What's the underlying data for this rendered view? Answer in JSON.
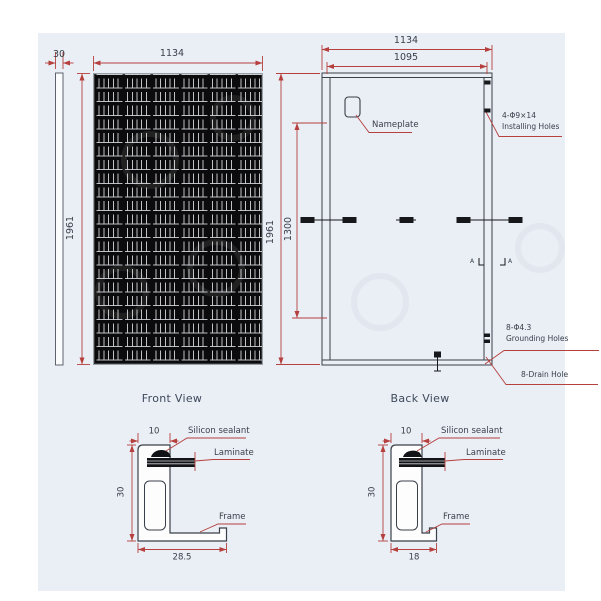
{
  "colors": {
    "background": "#eaeef5",
    "dimension_red": "#b5403e",
    "line_dark": "#3a4049",
    "text": "#39404c",
    "panel_black": "#0b0b0d"
  },
  "front_view": {
    "label": "Front View",
    "thickness_mm": "30",
    "width_mm": "1134",
    "height_mm": "1961"
  },
  "back_view": {
    "label": "Back View",
    "width_mm": "1134",
    "inner_width_mm": "1095",
    "height_mm": "1961",
    "mount_span_mm": "1300",
    "nameplate_label": "Nameplate",
    "installing_holes_line1": "4-Φ9×14",
    "installing_holes_line2": "Installing Holes",
    "grounding_holes_line1": "8-Φ4.3",
    "grounding_holes_line2": "Grounding Holes",
    "drain_hole_label": "8-Drain Hole",
    "section_mark_left": "A",
    "section_mark_right": "A"
  },
  "frame_section_front": {
    "top_width_mm": "10",
    "height_mm": "30",
    "bottom_width_mm": "28.5",
    "sealant_label": "Silicon sealant",
    "laminate_label": "Laminate",
    "frame_label": "Frame"
  },
  "frame_section_back": {
    "top_width_mm": "10",
    "height_mm": "30",
    "bottom_width_mm": "18",
    "sealant_label": "Silicon sealant",
    "laminate_label": "Laminate",
    "frame_label": "Frame"
  }
}
